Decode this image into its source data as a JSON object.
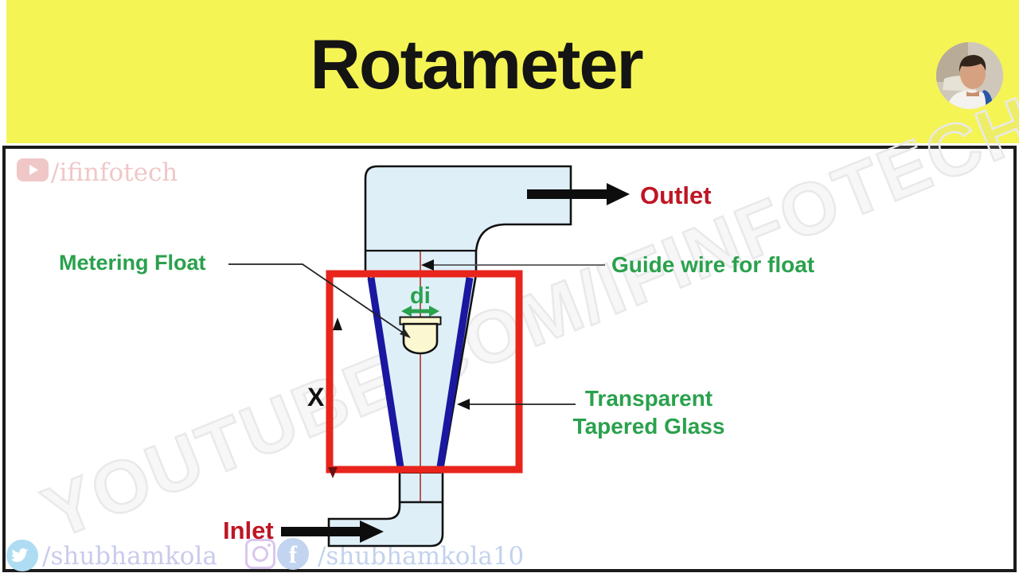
{
  "banner": {
    "title": "Rotameter",
    "background_color": "#F5F455"
  },
  "avatar": {
    "description": "presenter-profile-photo"
  },
  "watermarks": {
    "top": {
      "icon": "youtube-icon",
      "handle": "/ifinfotech",
      "color": "#F0C7C7"
    },
    "diagonal": {
      "text": "YOUTUBE.COM/IFINFOTECH",
      "color": "#E9E9E9"
    },
    "bottom_left": {
      "icon": "twitter-icon",
      "handle": "/shubhamkola",
      "color": "#C9CAEC"
    },
    "bottom_right": {
      "icons": [
        "instagram-icon",
        "facebook-icon"
      ],
      "facebook_glyph": "f",
      "handle": "/shubhamkola10",
      "color": "#C2D2EE"
    }
  },
  "diagram": {
    "labels": {
      "outlet": "Outlet",
      "inlet": "Inlet",
      "metering_float": "Metering Float",
      "guide_wire": "Guide wire for float",
      "tapered_glass_line1": "Transparent",
      "tapered_glass_line2": "Tapered Glass",
      "dimension_x": "X",
      "dimension_di": "di"
    },
    "colors": {
      "label_red": "#BE1624",
      "label_green": "#2AA14D",
      "tube_fill": "#DEEFF8",
      "tube_outline": "#111111",
      "taper_blue": "#1A17A0",
      "highlight_box_red": "#E8241C",
      "float_fill": "#FBF7D0",
      "guide_wire_red": "#A93226",
      "arrow_black": "#0D0D0D"
    }
  }
}
